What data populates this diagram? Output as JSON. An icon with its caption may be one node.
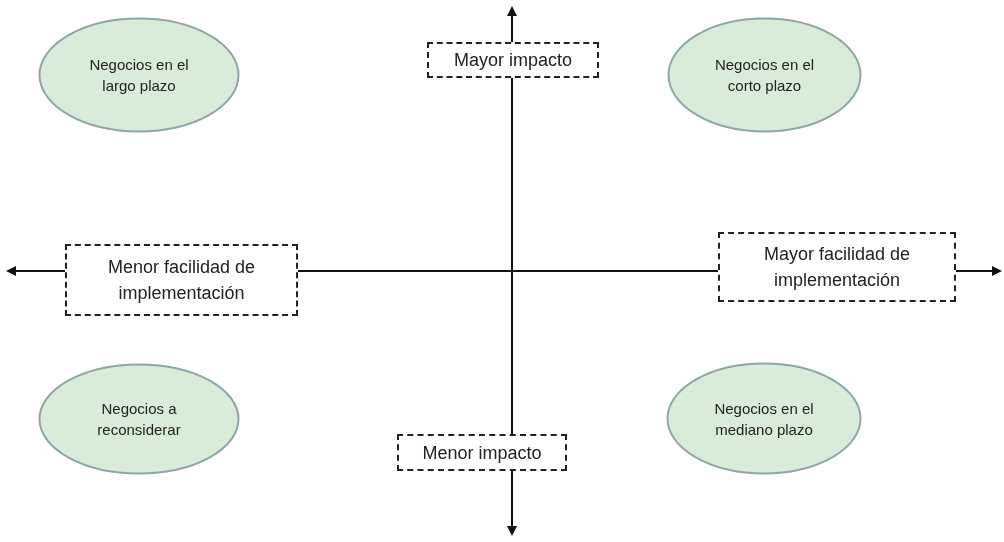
{
  "diagram": {
    "nodes": [
      {
        "text": [
          "Negocios en el largo plazo"
        ]
      },
      {
        "text": [
          "Mayor impacto"
        ]
      },
      {
        "text": [
          "Negocios en el corto plazo"
        ]
      },
      {
        "text": [
          "Menor facilidad de implementación"
        ]
      },
      {
        "text": [
          "Mayor facilidad de implementación"
        ]
      },
      {
        "text": [
          "Negocios a reconsiderar"
        ]
      },
      {
        "text": [
          "Menor impacto"
        ]
      },
      {
        "text": [
          "Negocios en el mediano plazo"
        ]
      }
    ]
  }
}
